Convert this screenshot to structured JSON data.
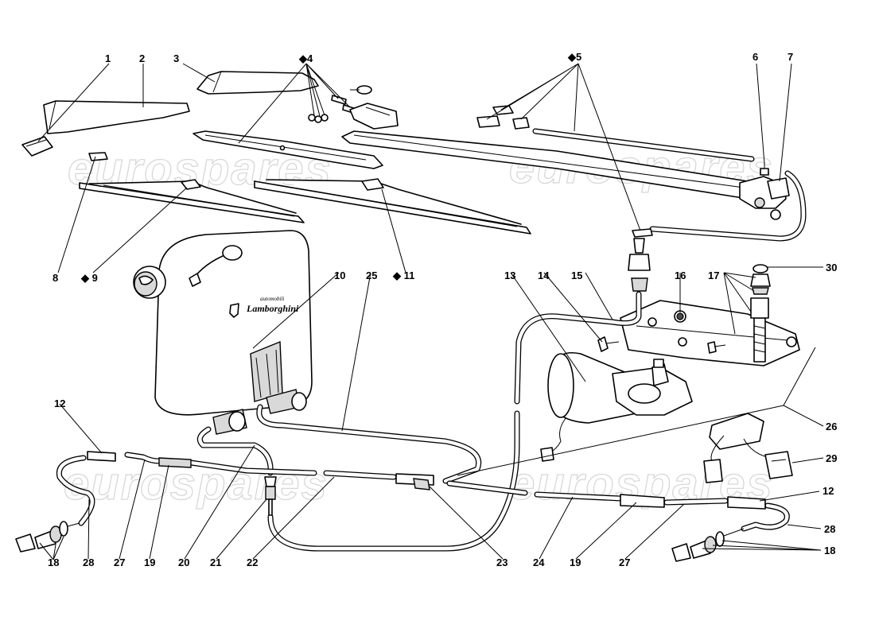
{
  "diagram": {
    "watermark": "eurospares",
    "tank_brand": "Lamborghini",
    "tank_brand_prefix": "automobili"
  },
  "callouts": [
    {
      "id": "c1",
      "text": "1"
    },
    {
      "id": "c2",
      "text": "2"
    },
    {
      "id": "c3",
      "text": "3"
    },
    {
      "id": "c4",
      "text": "◆4"
    },
    {
      "id": "c5",
      "text": "◆5"
    },
    {
      "id": "c6",
      "text": "6"
    },
    {
      "id": "c7",
      "text": "7"
    },
    {
      "id": "c8",
      "text": "8"
    },
    {
      "id": "c9",
      "text": "◆ 9"
    },
    {
      "id": "c10",
      "text": "10"
    },
    {
      "id": "c25",
      "text": "25"
    },
    {
      "id": "c11",
      "text": "◆ 11"
    },
    {
      "id": "c13",
      "text": "13"
    },
    {
      "id": "c14",
      "text": "14"
    },
    {
      "id": "c15",
      "text": "15"
    },
    {
      "id": "c16",
      "text": "16"
    },
    {
      "id": "c17",
      "text": "17"
    },
    {
      "id": "c30",
      "text": "30"
    },
    {
      "id": "c12a",
      "text": "12"
    },
    {
      "id": "c26",
      "text": "26"
    },
    {
      "id": "c29",
      "text": "29"
    },
    {
      "id": "c12b",
      "text": "12"
    },
    {
      "id": "c28b",
      "text": "28"
    },
    {
      "id": "c18b",
      "text": "18"
    },
    {
      "id": "c18a",
      "text": "18"
    },
    {
      "id": "c28a",
      "text": "28"
    },
    {
      "id": "c27a",
      "text": "27"
    },
    {
      "id": "c19a",
      "text": "19"
    },
    {
      "id": "c20",
      "text": "20"
    },
    {
      "id": "c21",
      "text": "21"
    },
    {
      "id": "c22",
      "text": "22"
    },
    {
      "id": "c23",
      "text": "23"
    },
    {
      "id": "c24",
      "text": "24"
    },
    {
      "id": "c19b",
      "text": "19"
    },
    {
      "id": "c27b",
      "text": "27"
    }
  ]
}
